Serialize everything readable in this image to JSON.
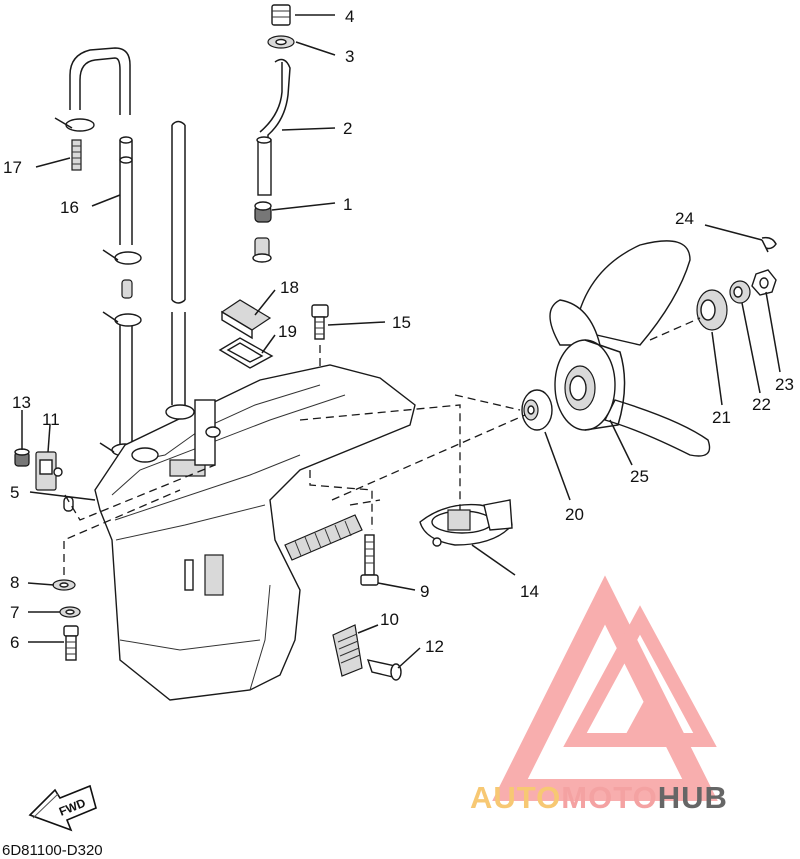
{
  "callouts": [
    {
      "num": "1"
    },
    {
      "num": "2"
    },
    {
      "num": "3"
    },
    {
      "num": "4"
    },
    {
      "num": "5"
    },
    {
      "num": "6"
    },
    {
      "num": "7"
    },
    {
      "num": "8"
    },
    {
      "num": "9"
    },
    {
      "num": "10"
    },
    {
      "num": "11"
    },
    {
      "num": "12"
    },
    {
      "num": "13"
    },
    {
      "num": "14"
    },
    {
      "num": "15"
    },
    {
      "num": "16"
    },
    {
      "num": "17"
    },
    {
      "num": "18"
    },
    {
      "num": "19"
    },
    {
      "num": "20"
    },
    {
      "num": "21"
    },
    {
      "num": "22"
    },
    {
      "num": "23"
    },
    {
      "num": "24"
    },
    {
      "num": "25"
    }
  ],
  "fwd_label": "FWD",
  "diagram_code": "6D81100-D320",
  "watermark": {
    "text_part1": "AUTO",
    "text_part2": "MOTO",
    "text_part3": "HUB",
    "colors": {
      "auto": "#f7c873",
      "moto": "#f4a2a2",
      "hub": "#666666",
      "mark": "#f7a0a0"
    }
  }
}
